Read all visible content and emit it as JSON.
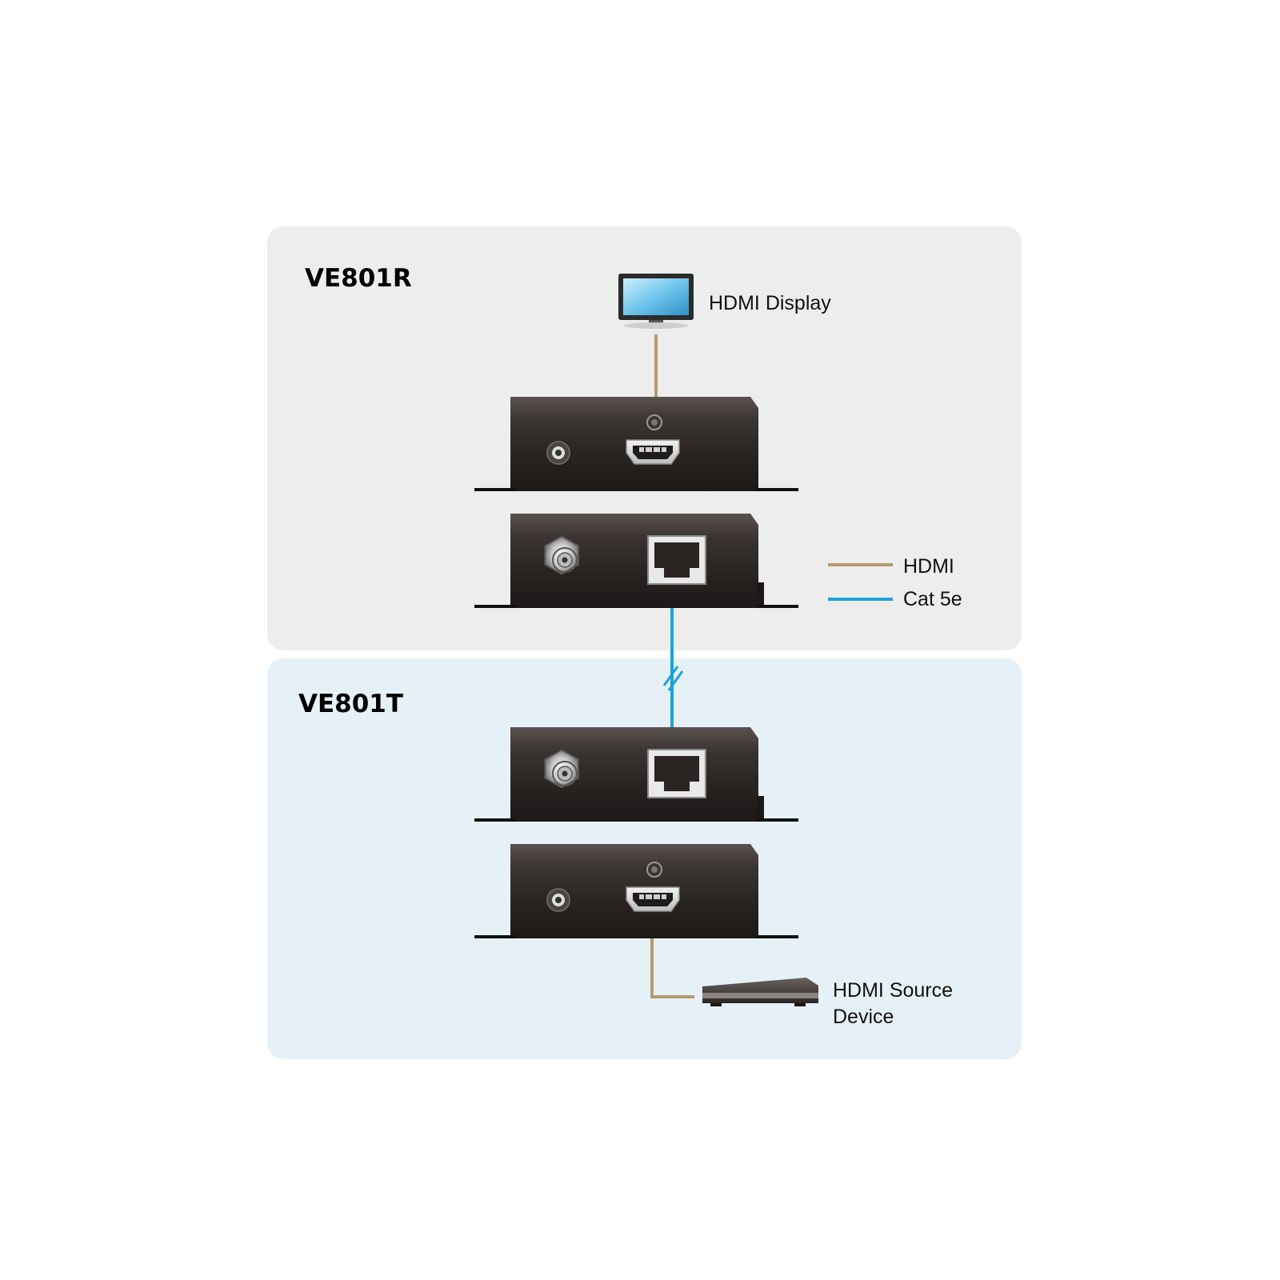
{
  "colors": {
    "receiver_panel_bg": "#ededed",
    "transmitter_panel_bg": "#e6f1f7",
    "hdmi_cable": "#b59a6c",
    "cat5e_cable": "#1aa3d8",
    "device_body": "#2b2624"
  },
  "receiver": {
    "title": "VE801R"
  },
  "transmitter": {
    "title": "VE801T"
  },
  "display": {
    "label": "HDMI Display",
    "icon": "monitor-icon"
  },
  "source": {
    "label_line1": "HDMI Source",
    "label_line2": "Device",
    "icon": "media-player-icon"
  },
  "legend": {
    "items": [
      {
        "label": "HDMI",
        "color": "#b59a6c"
      },
      {
        "label": "Cat 5e",
        "color": "#1aa3d8"
      }
    ]
  }
}
